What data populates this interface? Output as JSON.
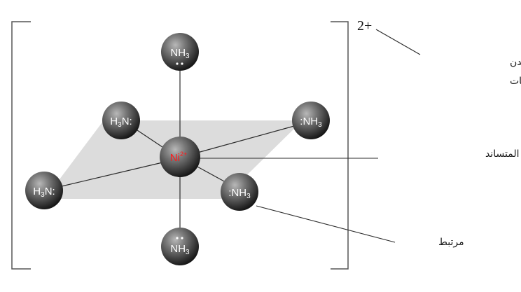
{
  "charge": {
    "base": "2",
    "sign": "+"
  },
  "labels": {
    "total_charge_line1": "مجموع شحنة أيون المعدن",
    "total_charge_line2": "وشحنات المرتبطات",
    "central_ion": "أيون المعدن المتساند",
    "ligand": "مرتبط"
  },
  "center": {
    "symbol": "Ni",
    "superscript": "2+"
  },
  "ligands": [
    {
      "id": "top",
      "prefix": "",
      "core": "NH",
      "sub": "3",
      "suffix": "",
      "dots": "below"
    },
    {
      "id": "bottom",
      "prefix": "",
      "core": "NH",
      "sub": "3",
      "suffix": "",
      "dots": "above"
    },
    {
      "id": "back-left",
      "prefix": "",
      "core": "H",
      "sub": "3",
      "suffix": "N:",
      "dots": "none"
    },
    {
      "id": "back-right",
      "prefix": ":",
      "core": "NH",
      "sub": "3",
      "suffix": "",
      "dots": "none"
    },
    {
      "id": "front-left",
      "prefix": "",
      "core": "H",
      "sub": "3",
      "suffix": "N:",
      "dots": "none"
    },
    {
      "id": "front-right",
      "prefix": ":",
      "core": "NH",
      "sub": "3",
      "suffix": "",
      "dots": "none"
    }
  ],
  "colors": {
    "plane": "#dcdcdc",
    "ball_light": "#9a9a9a",
    "ball_dark": "#1c1c1c",
    "center_text": "#ff1a1a",
    "line": "#2b2b2b"
  }
}
